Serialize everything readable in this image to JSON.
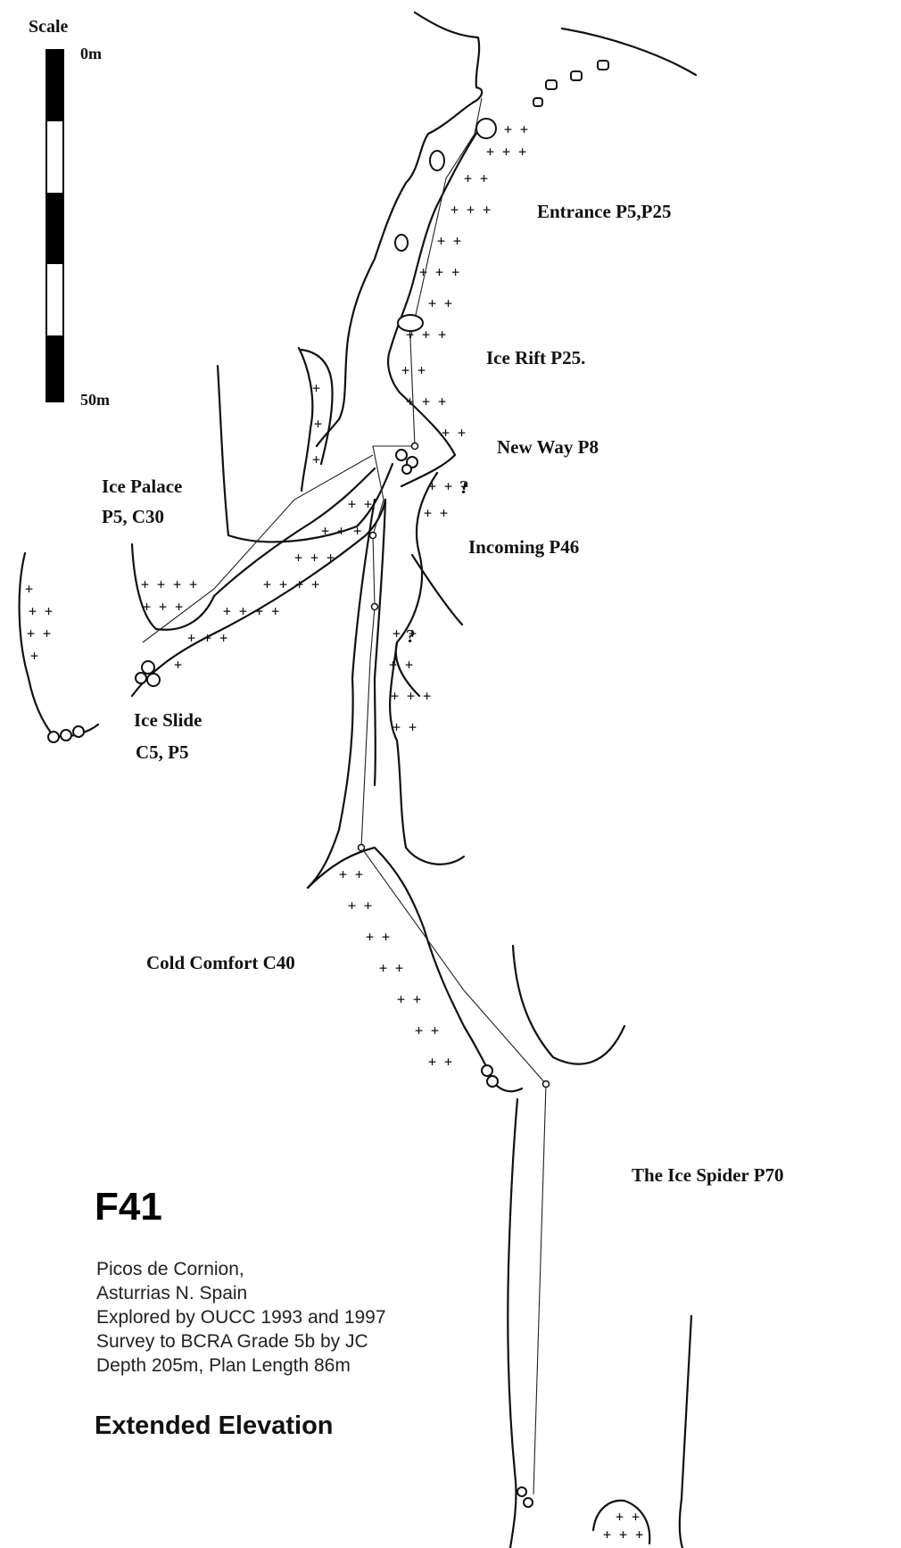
{
  "scale": {
    "title": "Scale",
    "top_label": "0m",
    "bottom_label": "50m"
  },
  "labels": {
    "entrance": "Entrance P5,P25",
    "ice_rift": "Ice Rift P25.",
    "new_way": "New Way P8",
    "incoming": "Incoming P46",
    "ice_palace_1": "Ice Palace",
    "ice_palace_2": "P5, C30",
    "ice_slide_1": "Ice Slide",
    "ice_slide_2": "C5, P5",
    "cold_comfort": "Cold Comfort C40",
    "ice_spider": "The Ice Spider P70",
    "question_1": "?",
    "question_2": "?"
  },
  "info": {
    "cave_name": "F41",
    "lines": [
      "Picos de Cornion,",
      "Asturrias N. Spain",
      "Explored by OUCC 1993 and 1997",
      "Survey to BCRA Grade 5b by JC",
      "Depth 205m, Plan Length 86m"
    ],
    "view": "Extended Elevation"
  },
  "colors": {
    "ink": "#111111",
    "background": "#ffffff"
  }
}
